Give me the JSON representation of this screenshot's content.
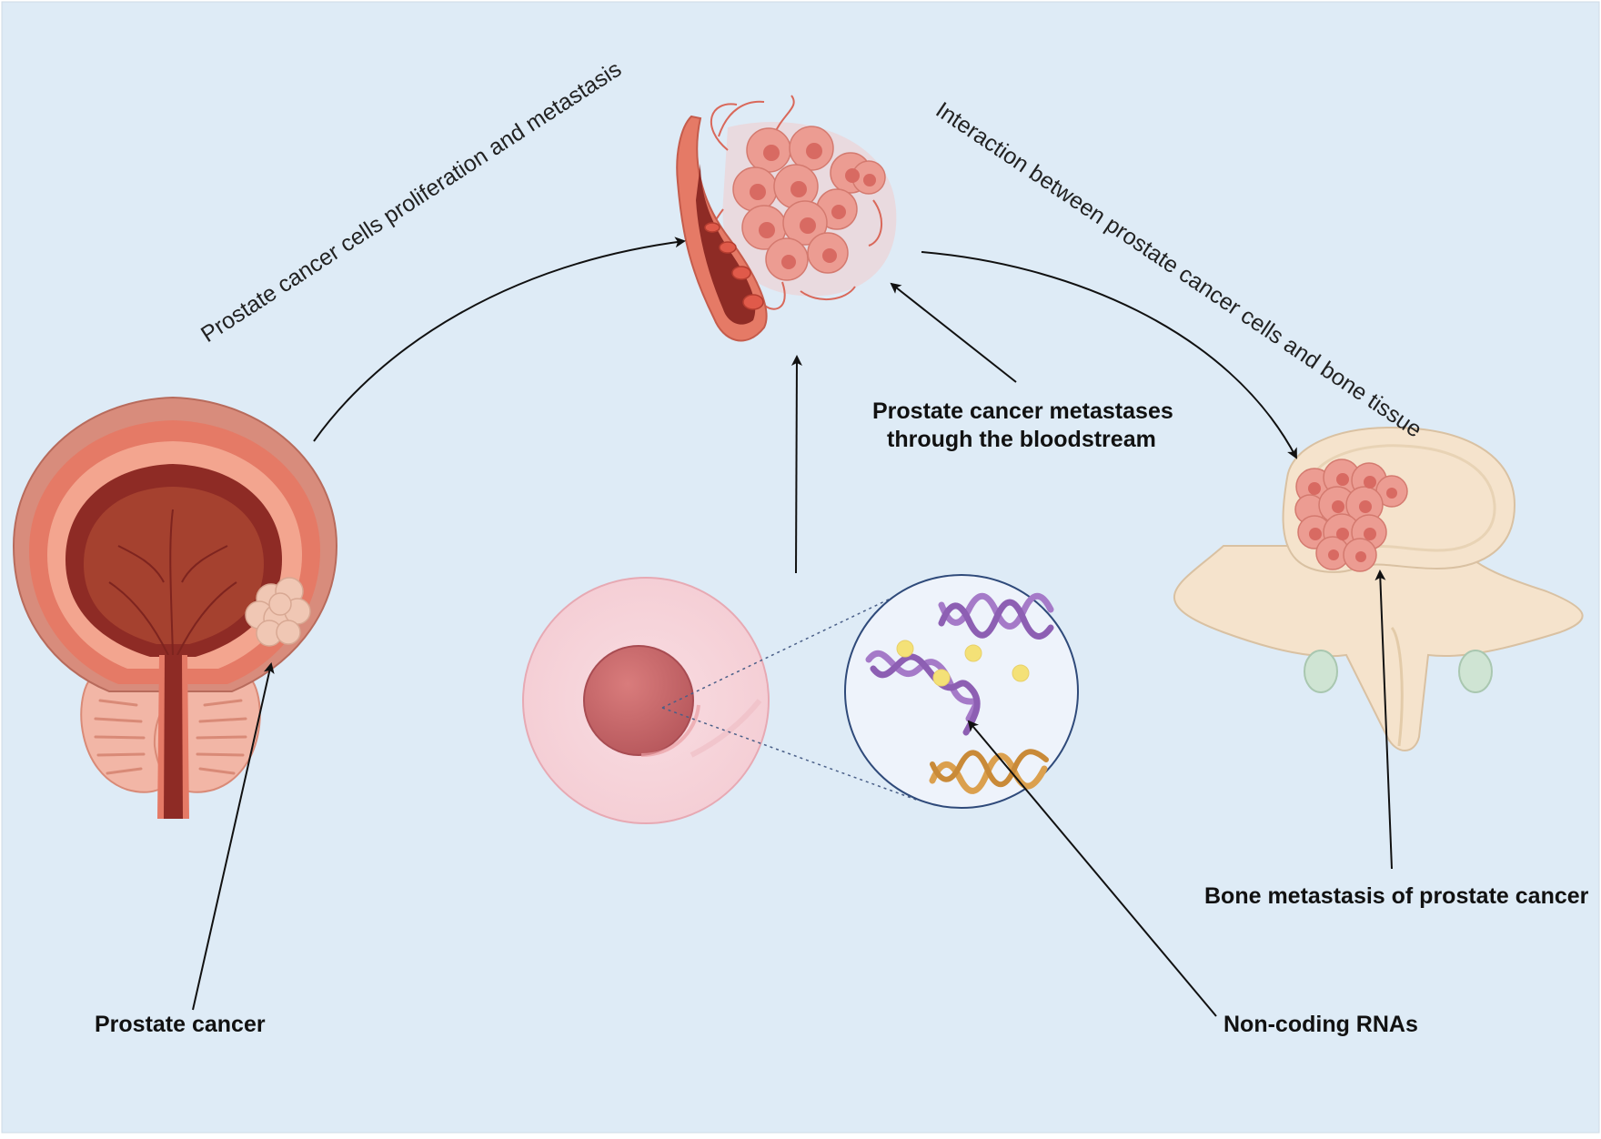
{
  "colors": {
    "background": "#deebf6",
    "arrow": "#111111",
    "tissue_red": "#e47a66",
    "cancer_cell": "#ec9c92",
    "bone": "#f5e3cc",
    "rna_purple": "#a57ac8",
    "rna_orange": "#dba04e",
    "rna_dot": "#f4e177"
  },
  "labels": {
    "prostate_cancer": "Prostate cancer",
    "non_coding_rnas": "Non-coding RNAs",
    "bone_metastasis": "Bone metastasis of prostate cancer",
    "bloodstream_line1": "Prostate cancer metastases",
    "bloodstream_line2": "through the bloodstream"
  },
  "arc_labels": {
    "proliferation": "Prostate cancer cells proliferation and metastasis",
    "interaction": "Interaction between prostate cancer cells and bone tissue"
  },
  "icons": {
    "prostate": "prostate-organ-icon",
    "vessel": "blood-vessel-tumor-icon",
    "cell": "cell-icon",
    "rna": "rna-strands-icon",
    "vertebra": "vertebra-icon"
  }
}
